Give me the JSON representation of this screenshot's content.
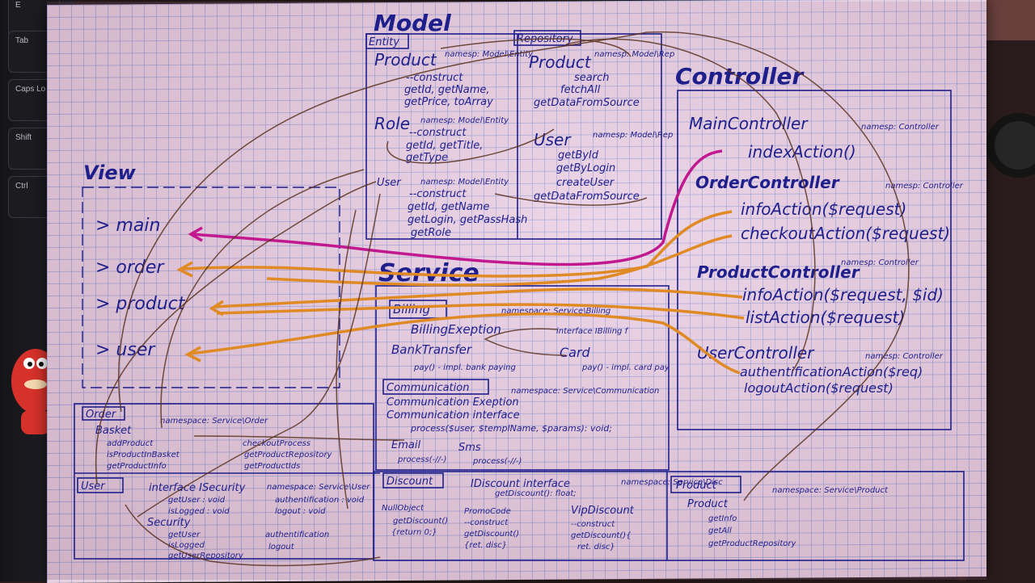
{
  "keyboard": {
    "keys": [
      "E",
      "Tab",
      "Caps Lo",
      "Shift",
      "Ctrl"
    ]
  },
  "model": {
    "title": "Model",
    "entity_label": "Entity",
    "repository_label": "Repository",
    "entity_product": {
      "name": "Product",
      "namespace": "namesp: Model\\Entity",
      "methods": [
        "--construct",
        "getId, getName,",
        "getPrice, toArray"
      ]
    },
    "entity_role": {
      "name": "Role",
      "namespace": "namesp: Model\\Entity",
      "methods": [
        "--construct",
        "getId, getTitle,",
        "getType"
      ]
    },
    "entity_user": {
      "name": "User",
      "namespace": "namesp: Model\\Entity",
      "methods": [
        "--construct",
        "getId, getName",
        "getLogin, getPassHash",
        "getRole"
      ]
    },
    "repo_product": {
      "name": "Product",
      "namespace": "namesp: Model\\Rep",
      "methods": [
        "search",
        "fetchAll",
        "getDataFromSource"
      ]
    },
    "repo_user": {
      "name": "User",
      "namespace": "namesp: Model\\Rep",
      "methods": [
        "getById",
        "getByLogin",
        "createUser",
        "getDataFromSource"
      ]
    }
  },
  "controller": {
    "title": "Controller",
    "main": {
      "name": "MainController",
      "namespace": "namesp: Controller",
      "actions": [
        "indexAction()"
      ]
    },
    "order": {
      "name": "OrderController",
      "namespace": "namesp: Controller",
      "actions": [
        "infoAction($request)",
        "checkoutAction($request)"
      ]
    },
    "product": {
      "name": "ProductController",
      "namespace": "namesp: Controller",
      "actions": [
        "infoAction($request, $id)",
        "listAction($request)"
      ]
    },
    "user": {
      "name": "UserController",
      "namespace": "namesp: Controller",
      "actions": [
        "authentificationAction($req)",
        "logoutAction($request)"
      ]
    }
  },
  "view": {
    "title": "View",
    "items": [
      "> main",
      "> order",
      "> product",
      "> user"
    ]
  },
  "service": {
    "title": "Service",
    "billing": {
      "label": "Billing",
      "namespace": "namespace: Service\\Billing",
      "lines": [
        "BillingExeption",
        "BankTransfer",
        "pay() - impl. bank paying",
        "interface IBilling f",
        "Card",
        "pay() - impl. card pay"
      ]
    },
    "communication": {
      "label": "Communication",
      "namespace": "namespace: Service\\Communication",
      "lines": [
        "Communication Exeption",
        "Communication interface",
        "process($user, $templName, $params): void;",
        "Email",
        "process(-//-)",
        "Sms",
        "process(-//-)"
      ]
    },
    "order": {
      "label": "Order",
      "namespace": "namespace: Service\\Order",
      "lines": [
        "Basket",
        "addProduct",
        "isProductInBasket",
        "getProductInfo",
        "checkoutProcess",
        "getProductRepository",
        "getProductIds"
      ]
    },
    "user": {
      "label": "User",
      "namespace": "namespace: Service\\User",
      "lines": [
        "interface ISecurity",
        "getUser : void",
        "isLogged : void",
        "authentification : void",
        "logout : void",
        "Security",
        "getUser",
        "isLogged",
        "getUserRepository",
        "authentification",
        "logout"
      ]
    },
    "discount": {
      "label": "Discount",
      "namespace": "namespace: Service\\Disc",
      "lines": [
        "IDiscount interface",
        "getDiscount(): float;",
        "NullObject",
        "getDiscount()",
        "{return 0;}",
        "PromoCode",
        "--construct",
        "getDiscount()",
        "{ret. disc}",
        "VipDiscount",
        "--construct",
        "getDiscount(){",
        "ret. disc}"
      ]
    },
    "product": {
      "label": "Product",
      "namespace": "namespace: Service\\Product",
      "lines": [
        "Product",
        "getInfo",
        "getAll",
        "getProductRepository"
      ]
    }
  }
}
